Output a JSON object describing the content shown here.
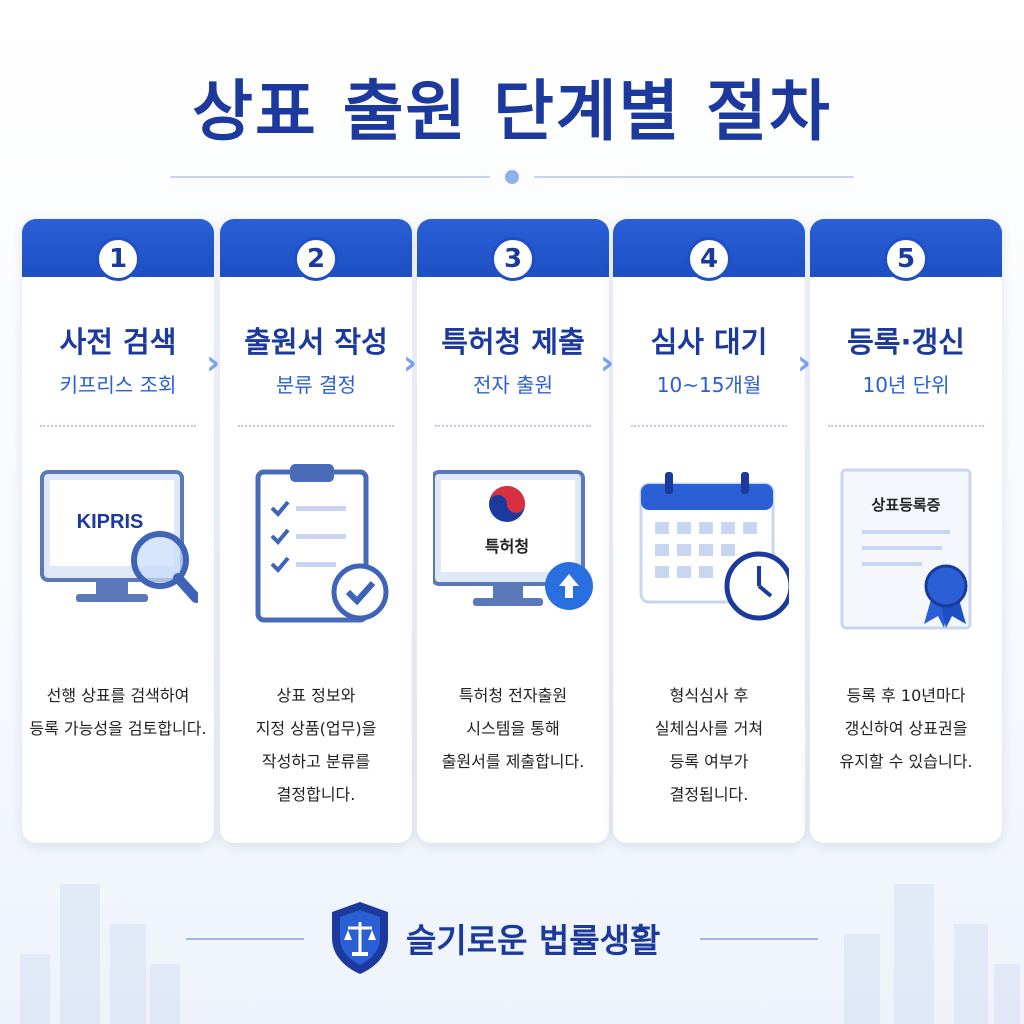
{
  "title": "상표 출원 단계별 절차",
  "steps": [
    {
      "num": "1",
      "title": "사전 검색",
      "sub": "키프리스 조회",
      "icon_text": "KIPRIS",
      "desc": [
        "선행 상표를 검색하여",
        "등록 가능성을 검토합니다."
      ]
    },
    {
      "num": "2",
      "title": "출원서 작성",
      "sub": "분류 결정",
      "icon_text": "",
      "desc": [
        "상표 정보와",
        "지정 상품(업무)을",
        "작성하고 분류를",
        "결정합니다."
      ]
    },
    {
      "num": "3",
      "title": "특허청 제출",
      "sub": "전자 출원",
      "icon_text": "특허청",
      "desc": [
        "특허청 전자출원",
        "시스템을 통해",
        "출원서를 제출합니다."
      ]
    },
    {
      "num": "4",
      "title": "심사 대기",
      "sub": "10~15개월",
      "icon_text": "",
      "desc": [
        "형식심사 후",
        "실체심사를 거쳐",
        "등록 여부가",
        "결정됩니다."
      ]
    },
    {
      "num": "5",
      "title": "등록·갱신",
      "sub": "10년 단위",
      "icon_text": "상표등록증",
      "desc": [
        "등록 후 10년마다",
        "갱신하여 상표권을",
        "유지할 수 있습니다."
      ]
    }
  ],
  "footer": {
    "brand": "슬기로운 법률생활"
  },
  "colors": {
    "primary": "#1c3a9e",
    "accent": "#2a5fd6",
    "light": "#7da4ee"
  }
}
